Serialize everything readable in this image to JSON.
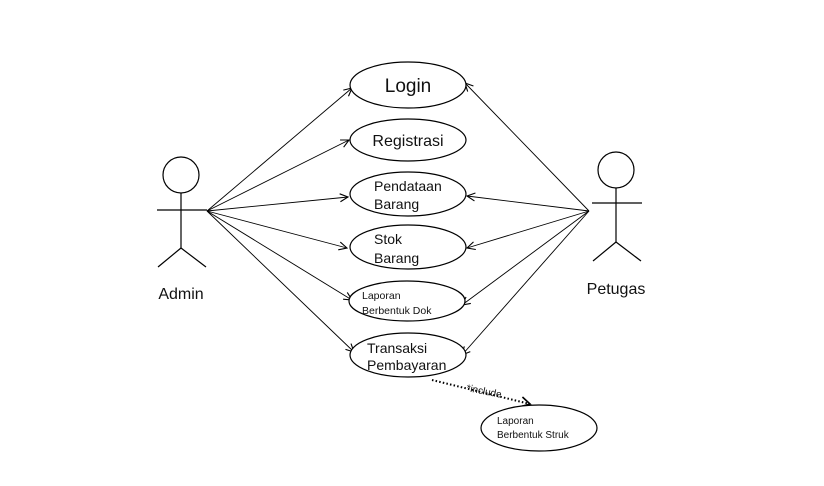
{
  "actors": {
    "admin": {
      "label": "Admin"
    },
    "petugas": {
      "label": "Petugas"
    }
  },
  "use_cases": {
    "login": {
      "lines": [
        "Login"
      ]
    },
    "registrasi": {
      "lines": [
        "Registrasi"
      ]
    },
    "pendataan": {
      "lines": [
        "Pendataan",
        "Barang"
      ]
    },
    "stok": {
      "lines": [
        "Stok",
        "Barang"
      ]
    },
    "laporan_dok": {
      "lines": [
        "Laporan",
        "Berbentuk Dok"
      ]
    },
    "transaksi": {
      "lines": [
        "Transaksi",
        "Pembayaran"
      ]
    },
    "laporan_struk": {
      "lines": [
        "Laporan",
        "Berbentuk Struk"
      ]
    }
  },
  "include_label": "*include"
}
